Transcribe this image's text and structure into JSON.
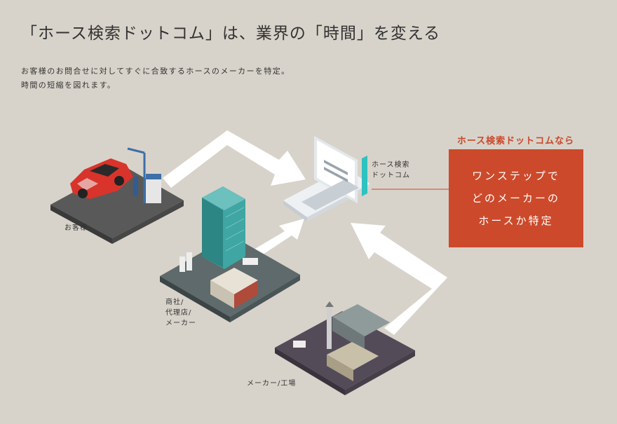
{
  "header": {
    "title": "「ホース検索ドットコム」は、業界の「時間」を変える",
    "lead_line1": "お客様のお問合せに対してすぐに合致するホースのメーカーを特定。",
    "lead_line2": "時間の短縮を図れます。"
  },
  "nodes": {
    "customer": "お客様",
    "trader_line1": "商社/",
    "trader_line2": "代理店/",
    "trader_line3": "メーカー",
    "factory": "メーカー/工場",
    "site_line1": "ホース検索",
    "site_line2": "ドットコム"
  },
  "callout": {
    "heading": "ホース検索ドットコムなら",
    "line1": "ワンステップで",
    "line2": "どのメーカーの",
    "line3": "ホースか特定"
  },
  "colors": {
    "background": "#d8d3ca",
    "accent": "#cc4a2b",
    "arrow": "#ffffff",
    "tower_glass": "#3fa6a3"
  }
}
